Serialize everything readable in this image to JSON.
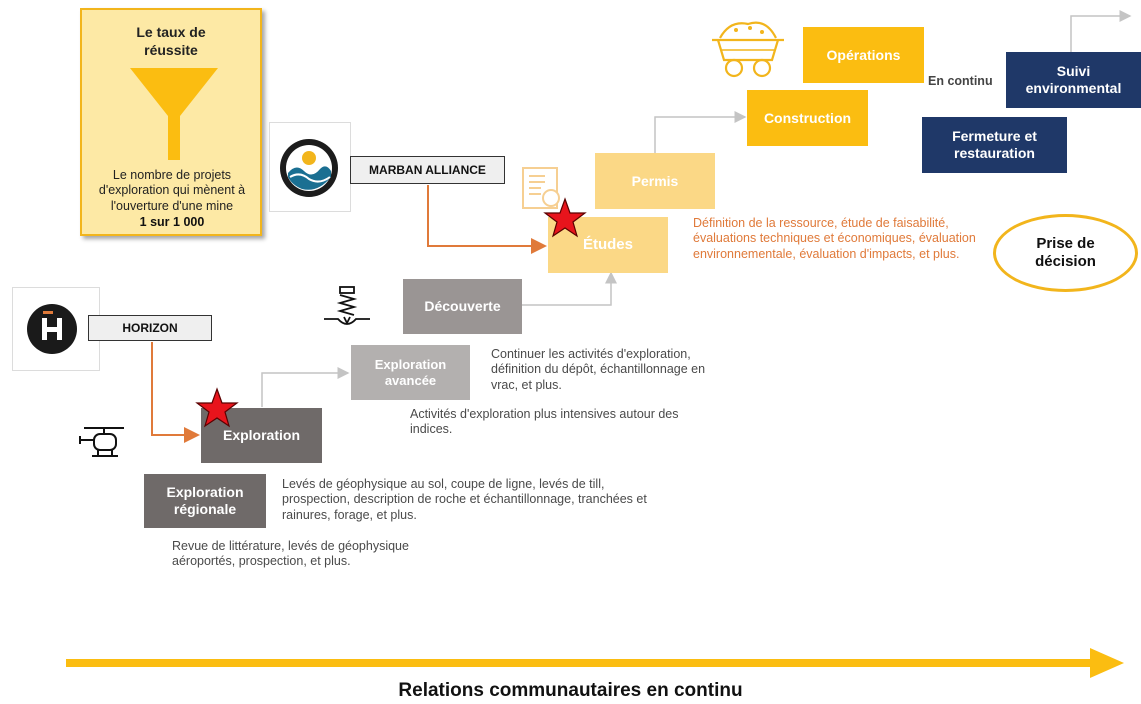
{
  "success_rate": {
    "title": "Le taux de réussite",
    "body": "Le nombre de projets d'exploration qui mènent à l'ouverture d'une mine",
    "ratio": "1 sur 1 000"
  },
  "companies": {
    "marban": "MARBAN ALLIANCE",
    "horizon": "HORIZON"
  },
  "stages": {
    "exploration_regionale": "Exploration régionale",
    "exploration": "Exploration",
    "exploration_avancee": "Exploration avancée",
    "decouverte": "Découverte",
    "etudes": "Études",
    "permis": "Permis",
    "construction": "Construction",
    "operations": "Opérations",
    "en_continu": "En continu",
    "suivi": "Suivi environmental",
    "fermeture": "Fermeture et restauration"
  },
  "descriptions": {
    "regionale": "Revue de littérature, levés de géophysique aéroportés, prospection, et plus.",
    "exploration": "Levés de géophysique au sol, coupe de ligne, levés de till, prospection, description de roche et échantillonnage, tranchées et rainures, forage, et plus.",
    "avancee": "Activités d'exploration plus intensives autour des indices.",
    "decouverte": "Continuer les activités d'exploration, définition du dépôt, échantillonnage en vrac, et plus.",
    "etudes": "Définition de la ressource, étude de faisabilité, évaluations techniques et économiques, évaluation environnementale, évaluation d'impacts, et plus."
  },
  "decision": "Prise de décision",
  "footer": "Relations communautaires en continu",
  "colors": {
    "orange": "#e07a3a",
    "yellow": "#fbbd11",
    "navy": "#1f3868",
    "star": "#e8141c"
  },
  "icons": [
    "funnel-icon",
    "marban-logo-icon",
    "horizon-logo-icon",
    "helicopter-icon",
    "drill-icon",
    "document-icon",
    "mine-cart-icon",
    "star-icon"
  ]
}
